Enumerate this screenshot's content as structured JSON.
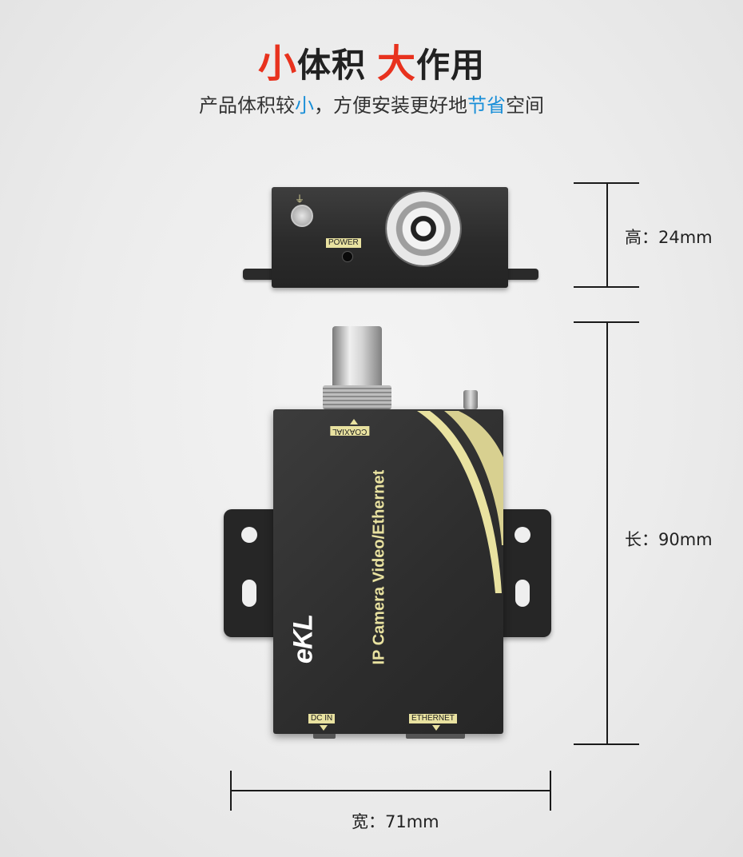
{
  "header": {
    "title_accent_1": "小",
    "title_part_1": "体积",
    "title_accent_2": "大",
    "title_part_2": "作用",
    "subtitle_part_1": "产品体积较",
    "subtitle_blue_1": "小",
    "subtitle_part_2": "，方便安装更好地",
    "subtitle_blue_2": "节省",
    "subtitle_part_3": "空间"
  },
  "dimensions": {
    "height_label": "高：24mm",
    "length_label": "长：90mm",
    "width_label": "宽：71mm"
  },
  "device": {
    "power_label": "POWER",
    "coaxial_label": "COAXIAL",
    "product_name": "IP Camera Video/Ethernet",
    "brand_logo": "eKL",
    "dc_in_label": "DC IN",
    "ethernet_label": "ETHERNET"
  },
  "colors": {
    "accent_red": "#e8321e",
    "accent_blue": "#1a8fd8",
    "device_label_yellow": "#e9e2a0"
  }
}
